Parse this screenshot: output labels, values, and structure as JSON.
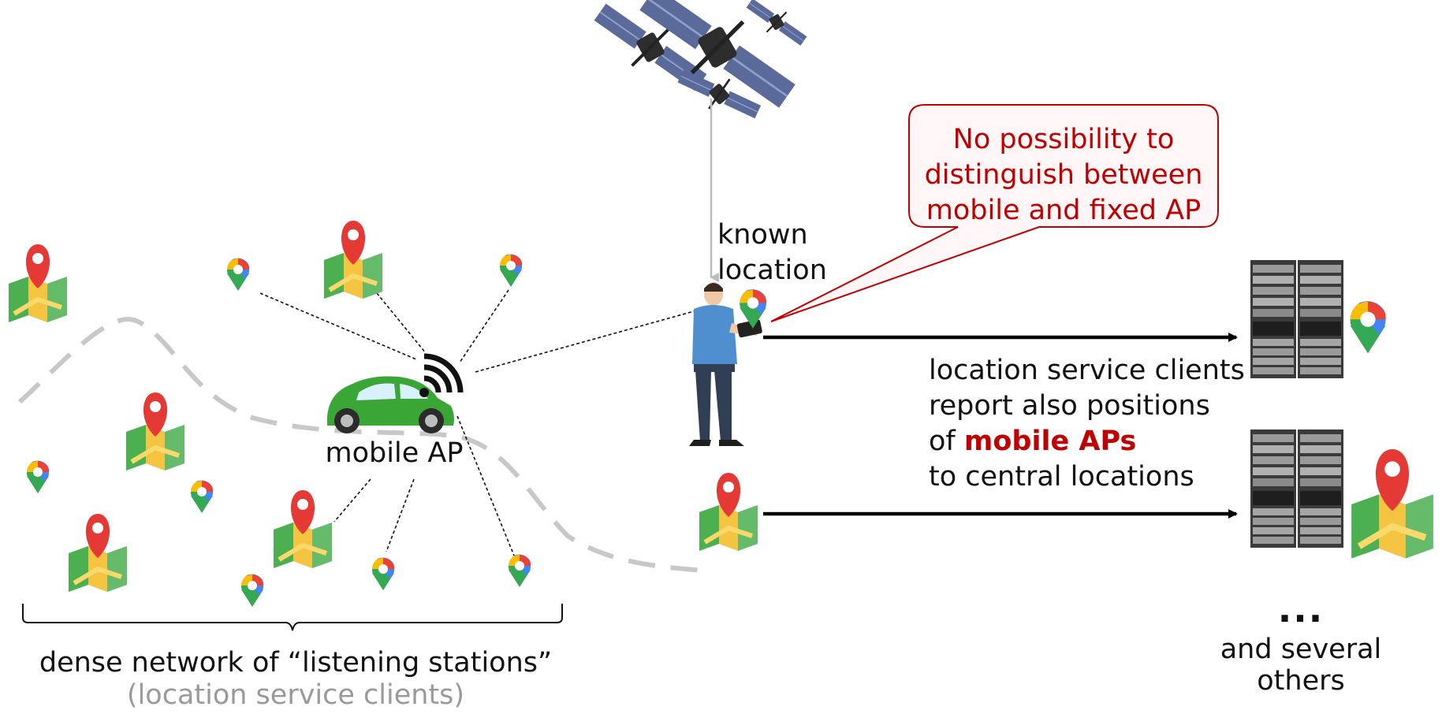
{
  "callout": {
    "lines": [
      "No possibility to",
      "distinguish between",
      "mobile and fixed AP"
    ]
  },
  "labels": {
    "known_line1": "known",
    "known_line2": "location",
    "mobile_ap": "mobile AP"
  },
  "report": {
    "line1": "location service clients",
    "line2": "report also positions",
    "line3_prefix": "of ",
    "line3_highlight": "mobile APs",
    "line4": "to central locations"
  },
  "network": {
    "title": "dense network of “listening stations”",
    "subtitle": "(location service clients)"
  },
  "others": {
    "ellipsis": "...",
    "text": "and several others"
  },
  "colors": {
    "accent_red": "#c00000",
    "callout_fill": "#fff7f7",
    "muted_gray": "#9a9a9a",
    "car_green": "#3aa635",
    "path_gray": "#c8c8c8",
    "map_green": "#4caf50",
    "map_blue": "#7fd3e8",
    "map_yellow": "#f5c542",
    "pin_red": "#e53935",
    "pin_blue": "#4285f4",
    "pin_green": "#34a853",
    "pin_yellow": "#fbbc05"
  },
  "icons": [
    "satellite-icon",
    "person-icon",
    "car-icon",
    "wifi-icon",
    "map-icon",
    "location-pin-icon",
    "server-rack-icon"
  ]
}
